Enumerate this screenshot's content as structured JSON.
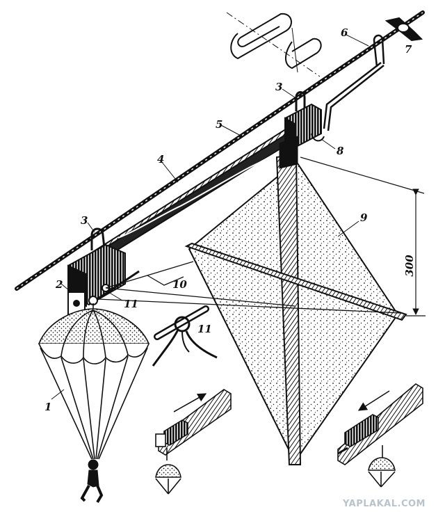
{
  "labels": {
    "l1": "1",
    "l2": "2",
    "l3a": "3",
    "l3b": "3",
    "l4": "4",
    "l5": "5",
    "l6": "6",
    "l7": "7",
    "l8": "8",
    "l9": "9",
    "l10": "10",
    "l11a": "11",
    "l11b": "11"
  },
  "dimension": {
    "value": "300"
  },
  "watermark": "YAPLAKAL.COM",
  "colors": {
    "ink": "#111111",
    "paper": "#ffffff",
    "watermark": "#b9c3cc"
  }
}
